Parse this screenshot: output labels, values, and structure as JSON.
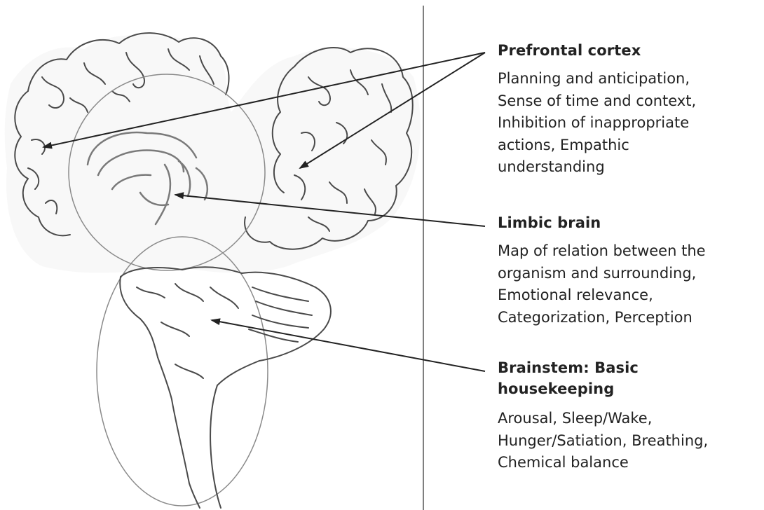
{
  "sections": [
    {
      "title": "Prefrontal cortex",
      "lines": [
        "Planning and anticipation,",
        "Sense of time and context,",
        "Inhibition of inappropriate",
        "actions, Empathic",
        "understanding"
      ]
    },
    {
      "title": "Limbic brain",
      "lines": [
        "Map of relation between the",
        "organism and surrounding,",
        "Emotional relevance,",
        "Categorization, Perception"
      ]
    },
    {
      "title_lines": [
        "Brainstem: Basic",
        "housekeeping"
      ],
      "lines": [
        "Arousal, Sleep/Wake,",
        "Hunger/Satiation, Breathing,",
        "Chemical balance"
      ]
    }
  ],
  "colors": {
    "ink": "#222222",
    "sketch": "#5a5a5a",
    "shading": "#9a9a9a",
    "divider": "#555555"
  }
}
